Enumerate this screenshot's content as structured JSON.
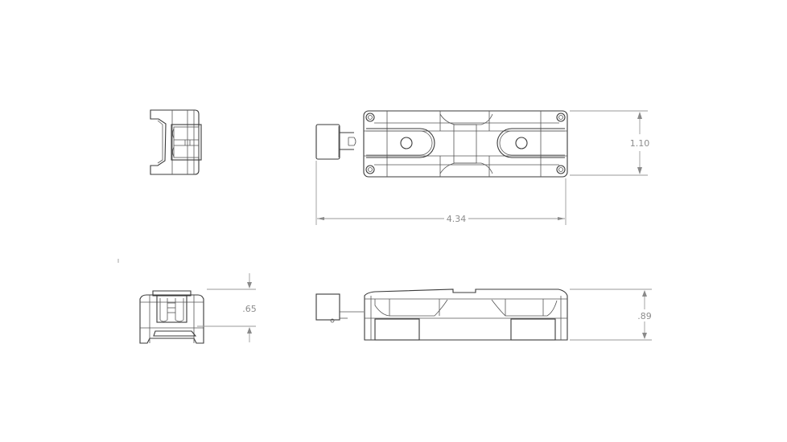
{
  "drawing": {
    "type": "orthographic technical drawing",
    "views": [
      {
        "name": "side-view-top-left"
      },
      {
        "name": "top-view"
      },
      {
        "name": "end-view-bottom-left"
      },
      {
        "name": "front-view"
      }
    ],
    "dimensions": {
      "height_top_view": "1.10",
      "length_overall": "4.34",
      "height_end_view": ".65",
      "height_front_view": ".89"
    },
    "colors": {
      "line": "#3a3a3a",
      "dimension": "#9a9a9a",
      "background": "#ffffff"
    }
  }
}
